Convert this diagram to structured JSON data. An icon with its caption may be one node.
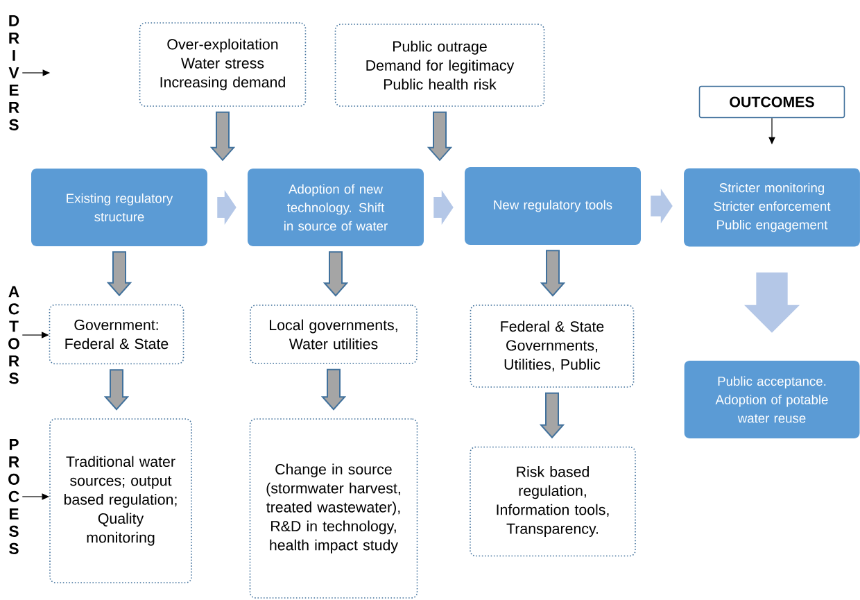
{
  "diagram": {
    "nodes": [
      {
        "text": [
          "DRIVERS"
        ]
      },
      {
        "text": [
          "Over-exploitation",
          "Water stress",
          "Increasing demand"
        ]
      },
      {
        "text": [
          "Public outrage",
          "Demand for legitimacy",
          "Public health risk"
        ]
      },
      {
        "text": [
          "OUTCOMES"
        ]
      },
      {
        "text": [
          "Existing regulatory structure"
        ]
      },
      {
        "text": [
          "Adoption of new technology. Shift in source of water"
        ]
      },
      {
        "text": [
          "New regulatory tools"
        ]
      },
      {
        "text": [
          "Stricter monitoring",
          "Stricter enforcement",
          "Public engagement"
        ]
      },
      {
        "text": [
          "ACTORS"
        ]
      },
      {
        "text": [
          "Government: Federal & State"
        ]
      },
      {
        "text": [
          "Local governments, Water utilities"
        ]
      },
      {
        "text": [
          "Federal & State Governments, Utilities, Public"
        ]
      },
      {
        "text": [
          "Public acceptance. Adoption of potable water reuse"
        ]
      },
      {
        "text": [
          "PROCESS"
        ]
      },
      {
        "text": [
          "Traditional water sources; output based regulation; Quality monitoring"
        ]
      },
      {
        "text": [
          "Change in source (stormwater harvest, treated wastewater), R&D in technology, health impact study"
        ]
      },
      {
        "text": [
          "Risk based regulation, Information tools, Transparency."
        ]
      }
    ],
    "edges": [
      {
        "from": 0,
        "to": null,
        "arrow": "to",
        "color": "#000000"
      },
      {
        "from": 1,
        "to": null,
        "arrow": "to"
      },
      {
        "from": 2,
        "to": null,
        "arrow": "to"
      },
      {
        "from": 3,
        "to": null,
        "arrow": "to",
        "color": "#000000"
      },
      {
        "from": 4,
        "to": 5,
        "arrow": "to",
        "style": "thick",
        "color": "#b4c7e7"
      },
      {
        "from": 5,
        "to": 6,
        "arrow": "to",
        "style": "thick",
        "color": "#b4c7e7"
      },
      {
        "from": 6,
        "to": 7,
        "arrow": "to",
        "style": "thick",
        "color": "#b4c7e7"
      },
      {
        "from": 4,
        "to": 9,
        "arrow": "to"
      },
      {
        "from": 5,
        "to": 10,
        "arrow": "to"
      },
      {
        "from": 6,
        "to": 11,
        "arrow": "to"
      },
      {
        "from": 7,
        "to": 12,
        "arrow": "to",
        "style": "thick",
        "color": "#b4c7e7"
      },
      {
        "from": 8,
        "to": 9,
        "arrow": "to",
        "color": "#000000"
      },
      {
        "from": 9,
        "to": 14,
        "arrow": "to"
      },
      {
        "from": 10,
        "to": 15,
        "arrow": "to"
      },
      {
        "from": 11,
        "to": 16,
        "arrow": "to"
      },
      {
        "from": 13,
        "to": 14,
        "arrow": "to",
        "color": "#000000"
      }
    ]
  }
}
